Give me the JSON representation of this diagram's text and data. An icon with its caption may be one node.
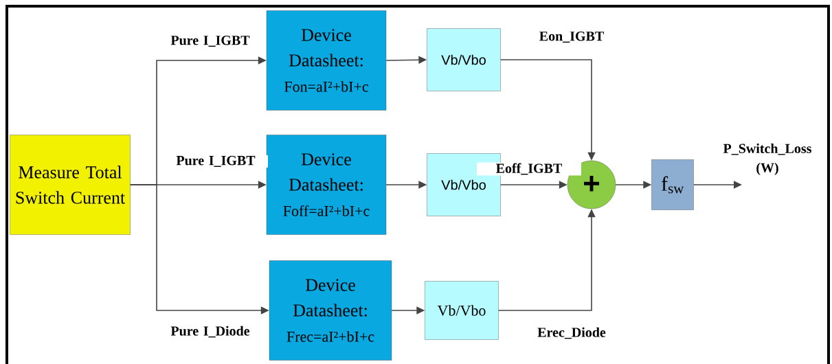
{
  "diagram": {
    "nodes": [
      {
        "text": [
          "Measure Total Switch Current"
        ]
      },
      {
        "text": [
          "Device Datasheet:",
          "Fon=aI²+bI+c"
        ]
      },
      {
        "text": [
          "Device Datasheet:",
          "Foff=aI²+bI+c"
        ]
      },
      {
        "text": [
          "Device Datasheet:",
          "Frec=aI²+bI+c"
        ]
      },
      {
        "text": [
          "Vb/Vbo"
        ]
      },
      {
        "text": [
          "Vb/Vbo"
        ]
      },
      {
        "text": [
          "Vb/Vbo"
        ]
      },
      {
        "text": [
          "+"
        ]
      },
      {
        "text": [
          "f$_{sw}$"
        ]
      }
    ],
    "edges": [
      {
        "from": 0,
        "to": 1,
        "arrow": "to",
        "label": "Pure I_IGBT"
      },
      {
        "from": 0,
        "to": 2,
        "arrow": "to",
        "label": "Pure I_IGBT"
      },
      {
        "from": 0,
        "to": 3,
        "arrow": "to",
        "label": "Pure I_Diode"
      },
      {
        "from": 1,
        "to": 4,
        "arrow": "to"
      },
      {
        "from": 2,
        "to": 5,
        "arrow": "to"
      },
      {
        "from": 3,
        "to": 6,
        "arrow": "to"
      },
      {
        "from": 4,
        "to": 7,
        "arrow": "to",
        "label": "Eon_IGBT"
      },
      {
        "from": 5,
        "to": 7,
        "arrow": "to",
        "label": "Eoff_IGBT"
      },
      {
        "from": 6,
        "to": 7,
        "arrow": "to",
        "label": "Erec_Diode"
      },
      {
        "from": 7,
        "to": 8,
        "arrow": "to"
      },
      {
        "from": 8,
        "to": null,
        "arrow": "to",
        "label": "P_Switch_Loss (W)"
      }
    ]
  }
}
